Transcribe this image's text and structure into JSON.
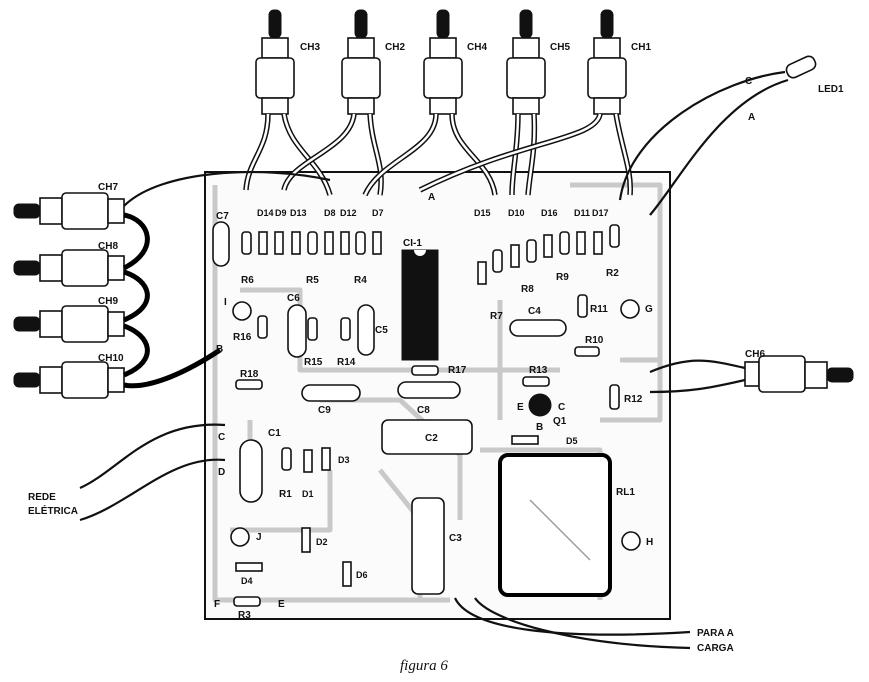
{
  "caption": "figura 6",
  "switches": [
    "CH3",
    "CH2",
    "CH4",
    "CH5",
    "CH1",
    "CH7",
    "CH8",
    "CH9",
    "CH10",
    "CH6"
  ],
  "led": "LED1",
  "terminals": [
    "A",
    "B",
    "C",
    "D",
    "E",
    "F",
    "G",
    "H",
    "I",
    "J"
  ],
  "led_pins": [
    "C",
    "A"
  ],
  "ic": "CI-1",
  "transistor": "Q1",
  "transistor_pins": [
    "E",
    "B",
    "C"
  ],
  "relay": "RL1",
  "resistors": [
    "R1",
    "R2",
    "R3",
    "R4",
    "R5",
    "R6",
    "R7",
    "R8",
    "R9",
    "R10",
    "R11",
    "R12",
    "R13",
    "R14",
    "R15",
    "R16",
    "R17",
    "R18"
  ],
  "capacitors": [
    "C1",
    "C2",
    "C3",
    "C4",
    "C5",
    "C6",
    "C7",
    "C8",
    "C9"
  ],
  "diodes": [
    "D1",
    "D2",
    "D3",
    "D4",
    "D5",
    "D6",
    "D7",
    "D8",
    "D9",
    "D10",
    "D11",
    "D12",
    "D13",
    "D14",
    "D15",
    "D16",
    "D17"
  ],
  "notes": {
    "mains_line1": "REDE",
    "mains_line2": "ELÉTRICA",
    "load_line1": "PARA A",
    "load_line2": "CARGA"
  }
}
